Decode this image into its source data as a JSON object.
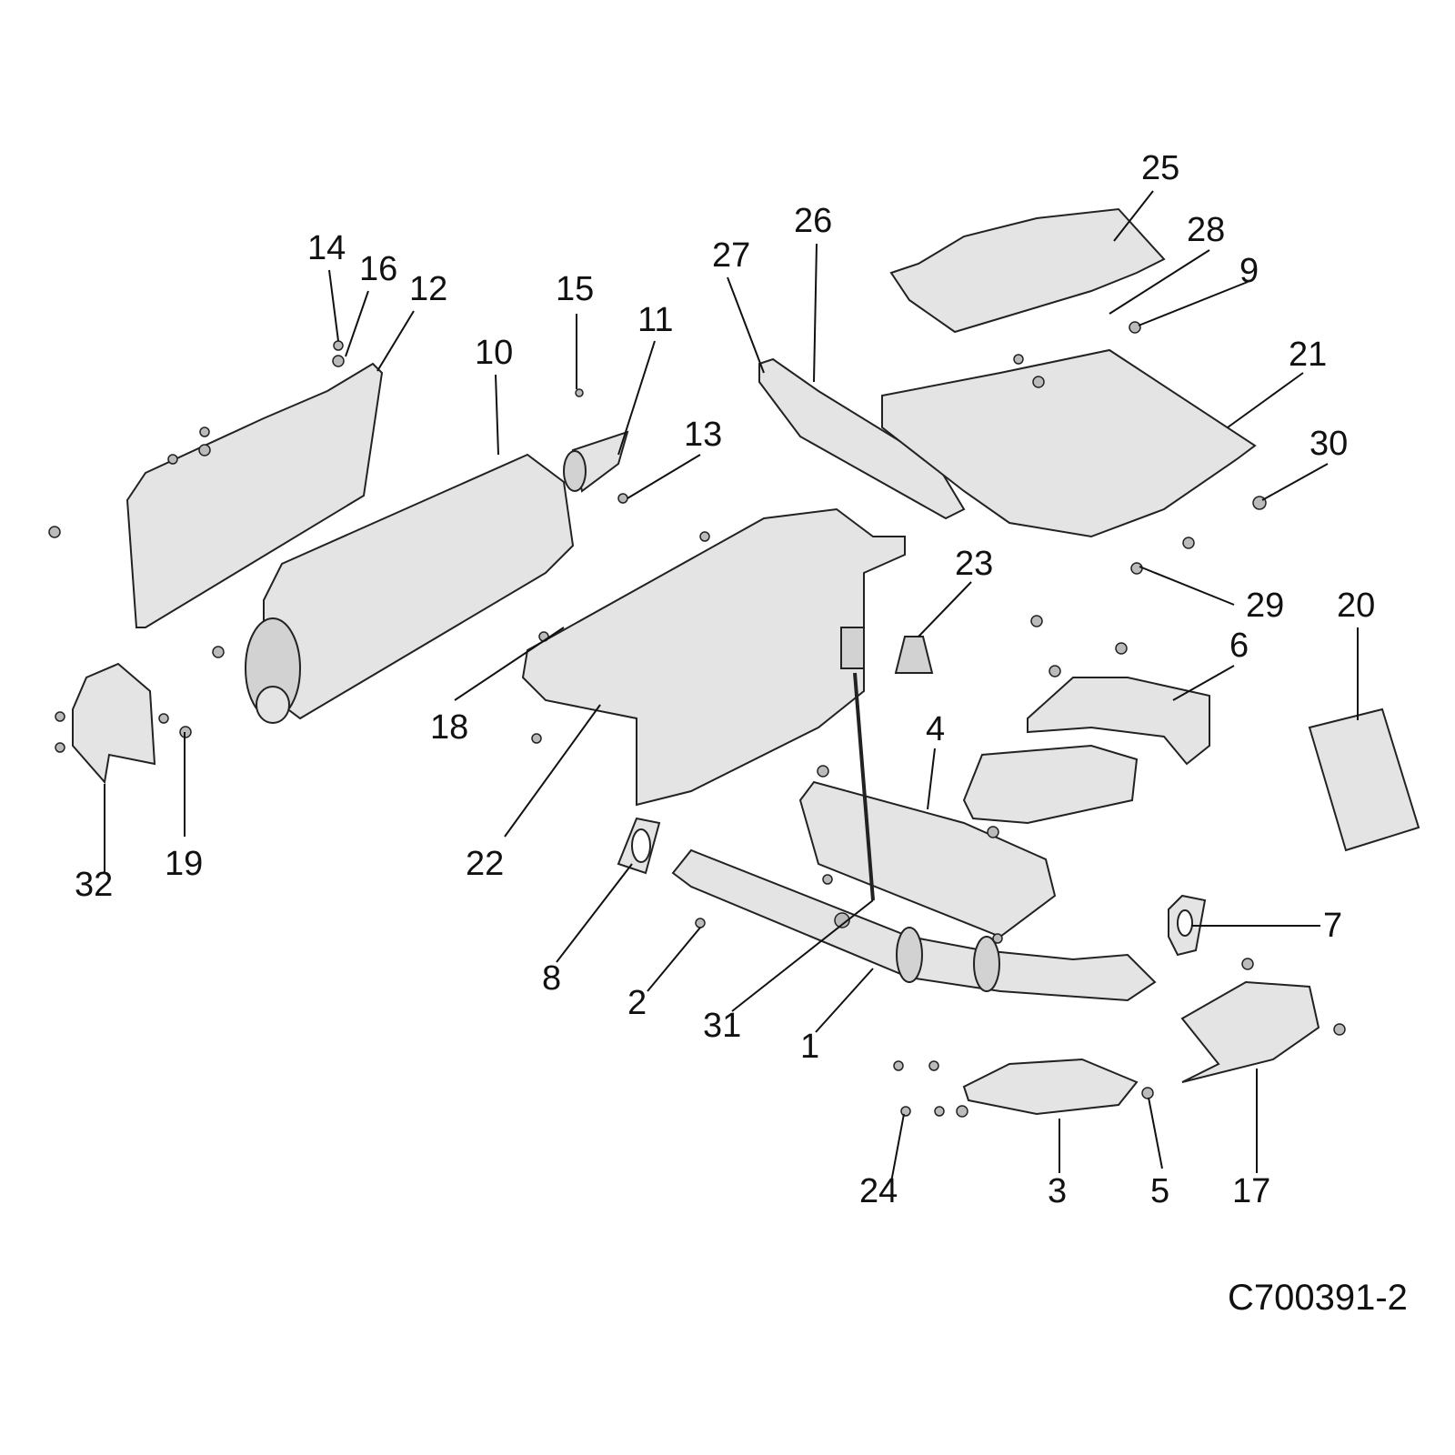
{
  "diagram": {
    "type": "exploded-parts-diagram",
    "reference_code": "C700391-2",
    "callouts": [
      {
        "id": "1",
        "label": "1"
      },
      {
        "id": "2",
        "label": "2"
      },
      {
        "id": "3",
        "label": "3"
      },
      {
        "id": "4",
        "label": "4"
      },
      {
        "id": "5",
        "label": "5"
      },
      {
        "id": "6",
        "label": "6"
      },
      {
        "id": "7",
        "label": "7"
      },
      {
        "id": "8",
        "label": "8"
      },
      {
        "id": "9",
        "label": "9"
      },
      {
        "id": "10",
        "label": "10"
      },
      {
        "id": "11",
        "label": "11"
      },
      {
        "id": "12",
        "label": "12"
      },
      {
        "id": "13",
        "label": "13"
      },
      {
        "id": "14",
        "label": "14"
      },
      {
        "id": "15",
        "label": "15"
      },
      {
        "id": "16",
        "label": "16"
      },
      {
        "id": "17",
        "label": "17"
      },
      {
        "id": "18",
        "label": "18"
      },
      {
        "id": "19",
        "label": "19"
      },
      {
        "id": "20",
        "label": "20"
      },
      {
        "id": "21",
        "label": "21"
      },
      {
        "id": "22",
        "label": "22"
      },
      {
        "id": "23",
        "label": "23"
      },
      {
        "id": "24",
        "label": "24"
      },
      {
        "id": "25",
        "label": "25"
      },
      {
        "id": "26",
        "label": "26"
      },
      {
        "id": "27",
        "label": "27"
      },
      {
        "id": "28",
        "label": "28"
      },
      {
        "id": "29",
        "label": "29"
      },
      {
        "id": "30",
        "label": "30"
      },
      {
        "id": "31",
        "label": "31"
      },
      {
        "id": "32",
        "label": "32"
      }
    ]
  }
}
